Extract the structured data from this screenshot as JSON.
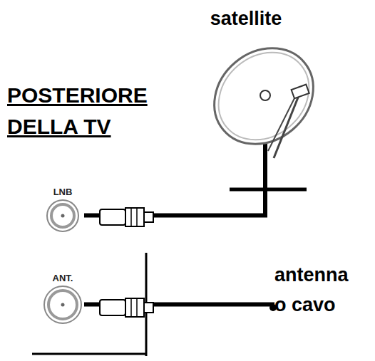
{
  "diagram": {
    "nodes": [
      {
        "text": [
          "satellite"
        ]
      },
      {
        "text": [
          "LNB"
        ]
      },
      {
        "text": [
          "ANT."
        ]
      },
      {
        "text": [
          "antenna o cavo"
        ]
      }
    ],
    "edges": [
      {
        "from": 1,
        "to": 0,
        "arrow": "none"
      },
      {
        "from": 2,
        "to": 3,
        "arrow": "none"
      }
    ],
    "labels": [
      "POSTERIORE DELLA TV"
    ]
  }
}
